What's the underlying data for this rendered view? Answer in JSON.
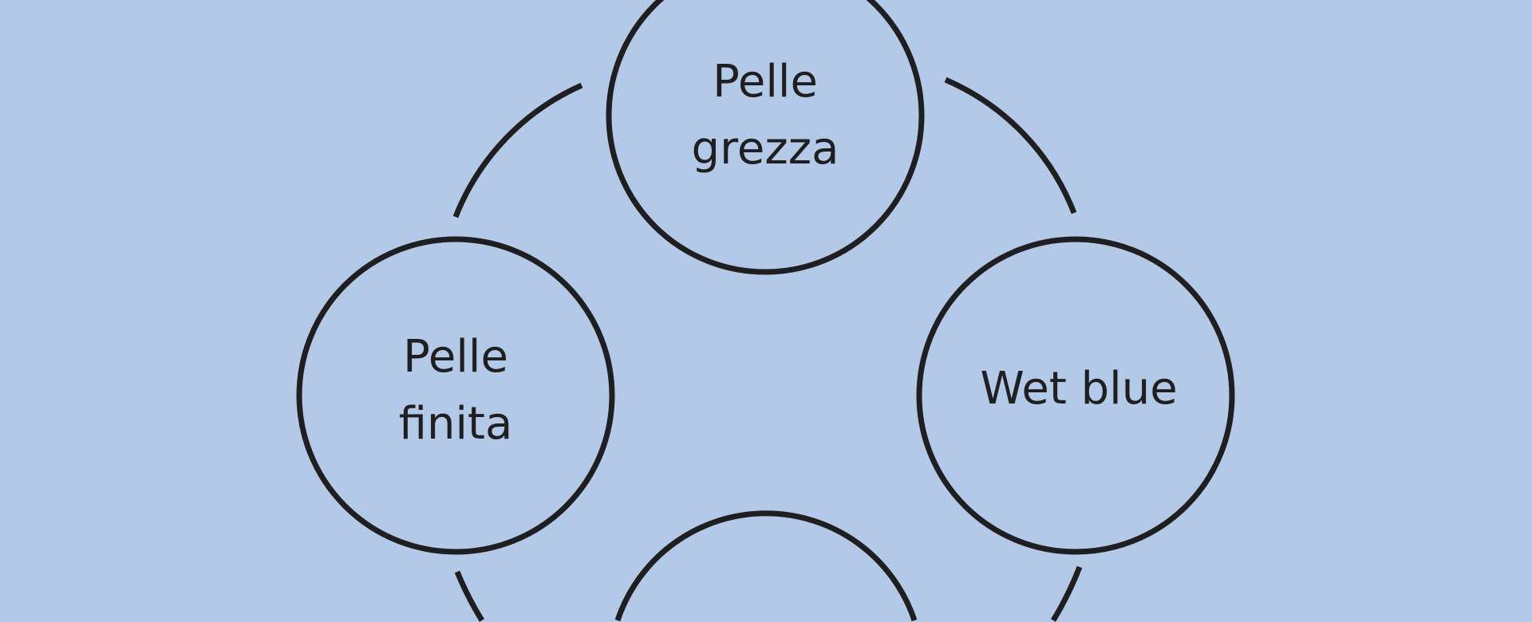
{
  "diagram": {
    "type": "cycle",
    "stroke_color": "#1f1f1f",
    "background_color": "#b3c9e8",
    "nodes": [
      {
        "id": "top",
        "label_lines": [
          "Pelle",
          "grezza"
        ]
      },
      {
        "id": "right",
        "label_lines": [
          "Wet blue"
        ]
      },
      {
        "id": "bottom",
        "label_lines": []
      },
      {
        "id": "left",
        "label_lines": [
          "Pelle",
          "finita"
        ]
      }
    ]
  }
}
